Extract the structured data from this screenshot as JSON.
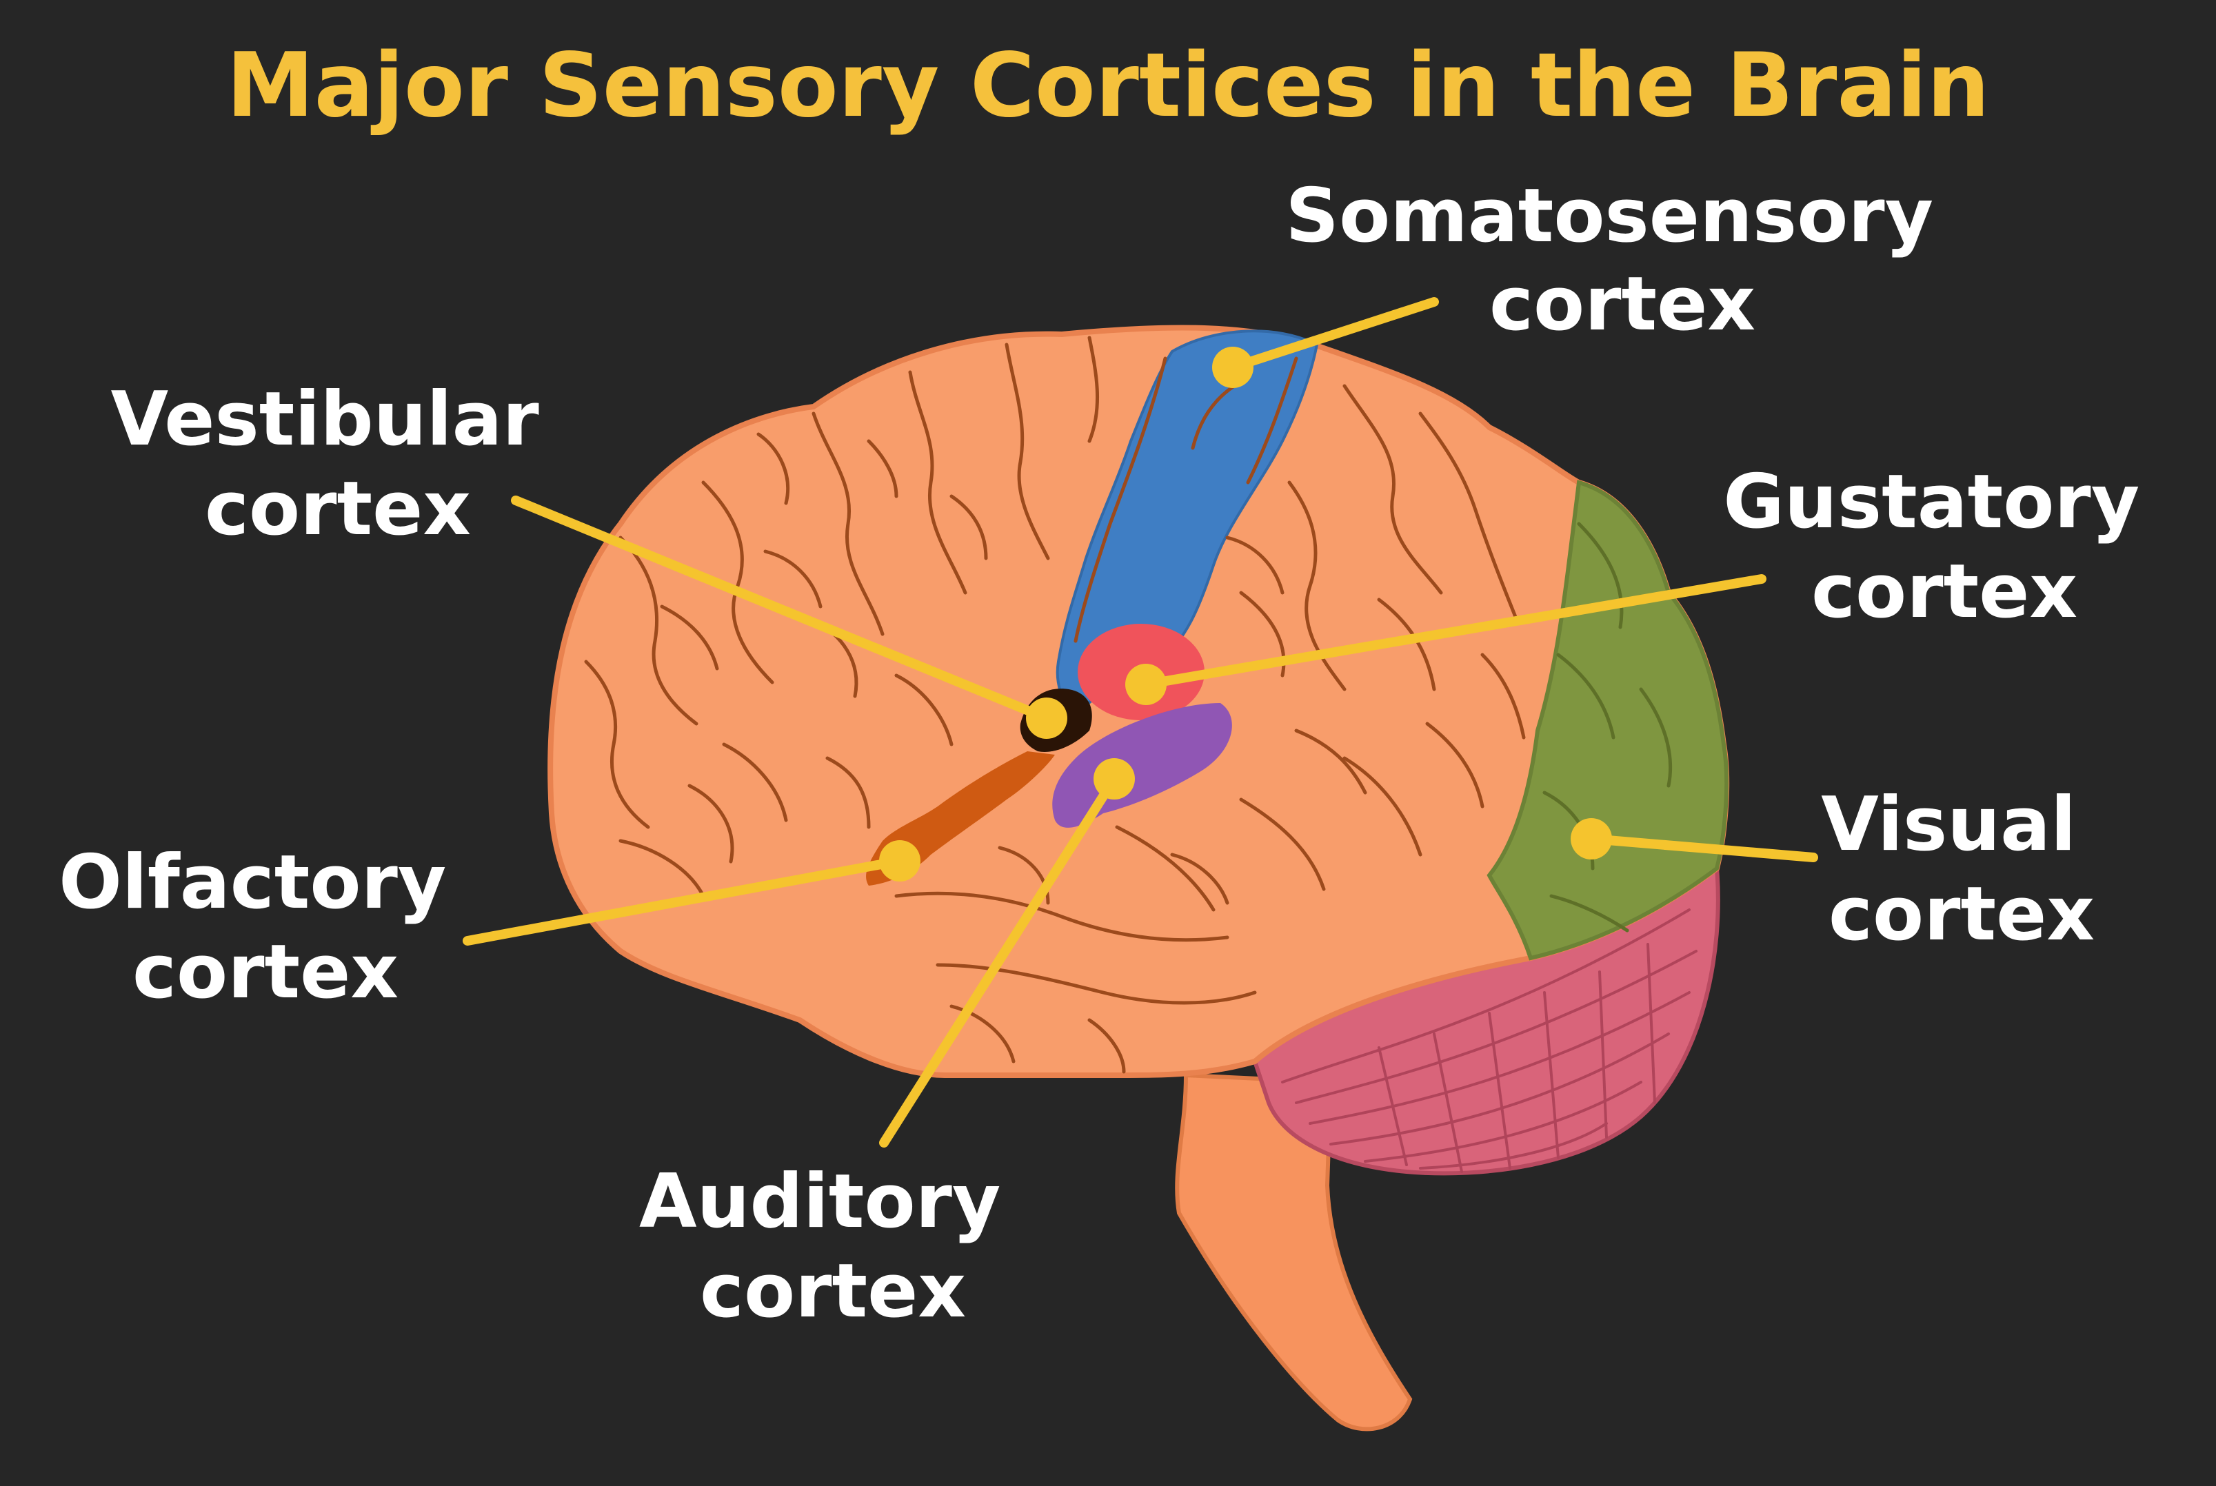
{
  "title": "Major Sensory Cortices in the Brain",
  "colors": {
    "background": "#262626",
    "title": "#f5c13c",
    "label_text": "#ffffff",
    "leader_line": "#f5c42e",
    "brain": "#f89d6b",
    "brain_outline": "#e9824f",
    "sulci": "#9c4a1c",
    "somatosensory": "#3f7ec4",
    "gustatory": "#f0535b",
    "vestibular": "#2a1406",
    "auditory": "#9056b4",
    "olfactory": "#cf5a12",
    "visual": "#7f9640",
    "cerebellum": "#d9647a",
    "brainstem": "#f7935e"
  },
  "labels": {
    "somatosensory": {
      "line1": "Somatosensory",
      "line2": "cortex"
    },
    "vestibular": {
      "line1": "Vestibular",
      "line2": "cortex"
    },
    "gustatory": {
      "line1": "Gustatory",
      "line2": "cortex"
    },
    "visual": {
      "line1": "Visual",
      "line2": "cortex"
    },
    "olfactory": {
      "line1": "Olfactory",
      "line2": "cortex"
    },
    "auditory": {
      "line1": "Auditory",
      "line2": "cortex"
    }
  }
}
